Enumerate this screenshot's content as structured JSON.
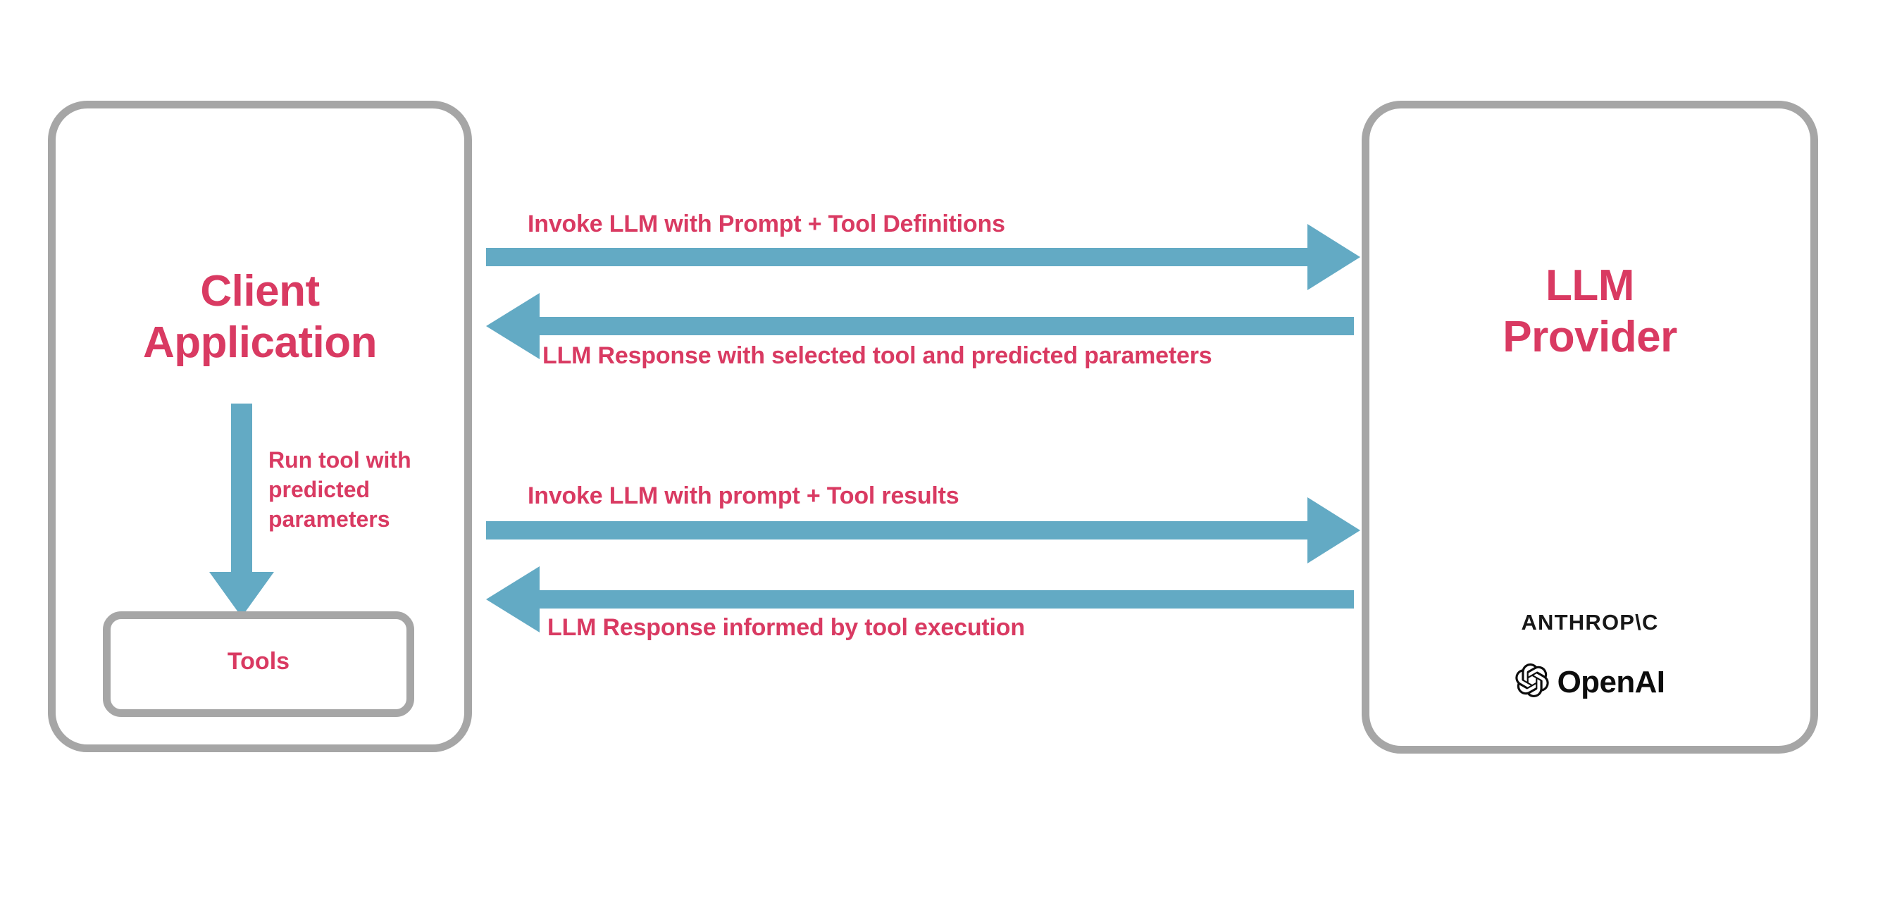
{
  "diagram": {
    "title": "LLM tool calling sequence between a client application and an LLM provider",
    "colors": {
      "accent_text": "#d93a62",
      "arrow_blue": "#63aac4",
      "box_border_gray": "#a6a6a6",
      "logo_black": "#0d0d0d",
      "background": "#ffffff"
    }
  },
  "client": {
    "title": "Client\nApplication",
    "tools_label": "Tools",
    "internal_arrow_label": "Run tool with\npredicted\nparameters",
    "internal_arrow_icon": "down-arrow-icon"
  },
  "provider": {
    "title": "LLM\nProvider",
    "logos": [
      {
        "name": "anthropic-logo",
        "text": "ANTHROP\\C"
      },
      {
        "name": "openai-logo",
        "text": "OpenAI",
        "icon": "openai-flower-icon"
      }
    ]
  },
  "messages": [
    {
      "id": "invoke-1",
      "label": "Invoke LLM with Prompt + Tool Definitions",
      "direction": "client-to-provider",
      "icon": "right-arrow-icon"
    },
    {
      "id": "response-1",
      "label": "LLM Response with selected tool and predicted parameters",
      "direction": "provider-to-client",
      "icon": "left-arrow-icon"
    },
    {
      "id": "invoke-2",
      "label": "Invoke LLM with prompt + Tool results",
      "direction": "client-to-provider",
      "icon": "right-arrow-icon"
    },
    {
      "id": "response-2",
      "label": "LLM Response informed by tool execution",
      "direction": "provider-to-client",
      "icon": "left-arrow-icon"
    }
  ]
}
